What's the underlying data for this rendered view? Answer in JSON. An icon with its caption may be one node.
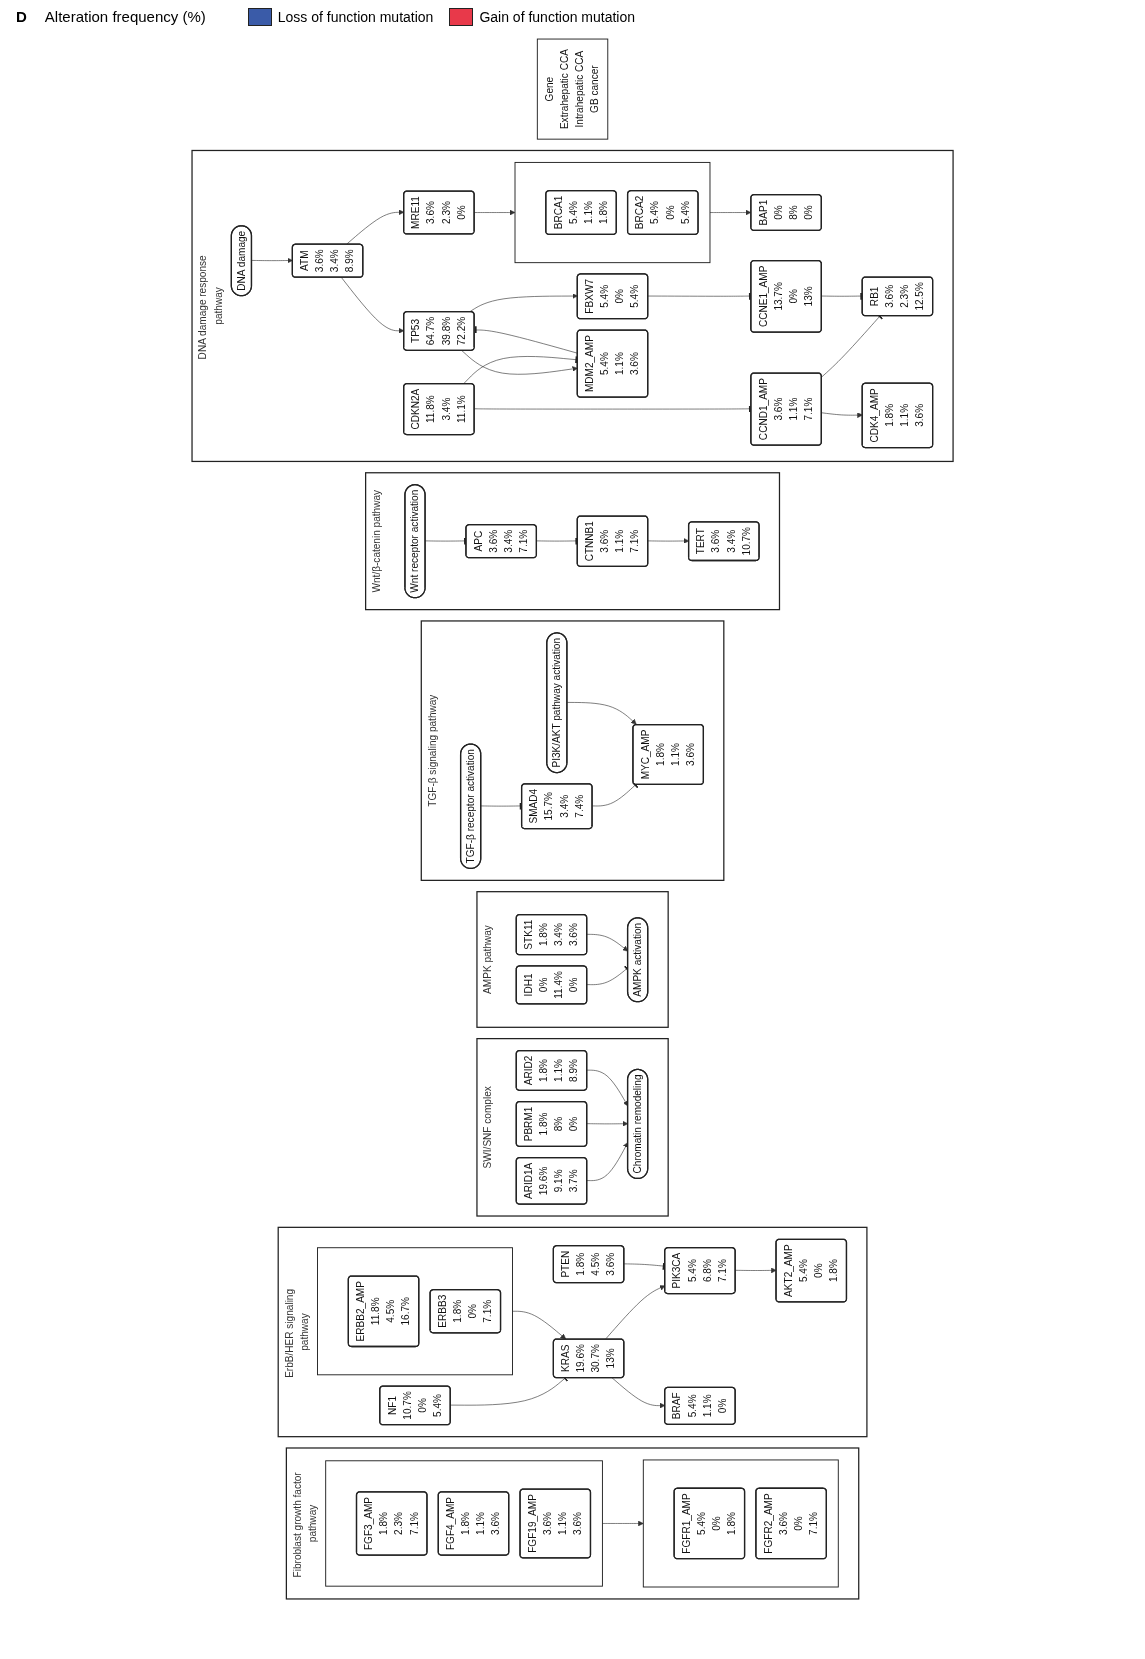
{
  "diagram": {
    "nodes": [
      {
        "text": [
          "DNA damage response pathway"
        ]
      },
      {
        "text": [
          "DNA damage"
        ],
        "in": 0
      },
      {
        "text": [
          "ATM",
          "3.6%",
          "3.4%",
          "8.9%"
        ],
        "in": 0
      },
      {
        "text": [
          "MRE11",
          "3.6%",
          "2.3%",
          "0%"
        ],
        "in": 0
      },
      {
        "text": [],
        "shape": "box",
        "in": 0
      },
      {
        "text": [
          "BRCA1",
          "5.4%",
          "1.1%",
          "1.8%"
        ],
        "in": 4
      },
      {
        "text": [
          "BRCA2",
          "5.4%",
          "0%",
          "5.4%"
        ],
        "in": 4
      },
      {
        "text": [
          "BAP1",
          "0%",
          "8%",
          "0%"
        ],
        "in": 0
      },
      {
        "text": [
          "TP53",
          "64.7%",
          "39.8%",
          "72.2%"
        ],
        "in": 0
      },
      {
        "text": [
          "MDM2_AMP",
          "5.4%",
          "1.1%",
          "3.6%"
        ],
        "in": 0
      },
      {
        "text": [
          "CDKN2A",
          "11.8%",
          "3.4%",
          "11.1%"
        ],
        "in": 0
      },
      {
        "text": [
          "CDK4_AMP",
          "1.8%",
          "1.1%",
          "3.6%"
        ],
        "in": 0
      },
      {
        "text": [
          "CCND1_AMP",
          "3.6%",
          "1.1%",
          "7.1%"
        ],
        "in": 0
      },
      {
        "text": [
          "FBXW7",
          "5.4%",
          "0%",
          "5.4%"
        ],
        "in": 0
      },
      {
        "text": [
          "CCNE1_AMP",
          "13.7%",
          "0%",
          "13%"
        ],
        "in": 0
      },
      {
        "text": [
          "RB1",
          "3.6%",
          "2.3%",
          "12.5%"
        ],
        "in": 0
      },
      {
        "text": [
          "Wnt/β-catenin pathway"
        ]
      },
      {
        "text": [
          "Wnt receptor activation"
        ],
        "in": 16
      },
      {
        "text": [
          "APC",
          "3.6%",
          "3.4%",
          "7.1%"
        ],
        "in": 16
      },
      {
        "text": [
          "TERT",
          "3.6%",
          "3.4%",
          "10.7%"
        ],
        "in": 16
      },
      {
        "text": [
          "CTNNB1",
          "3.6%",
          "1.1%",
          "7.1%"
        ],
        "in": 16
      },
      {
        "text": [
          "TGF-β signaling pathway"
        ]
      },
      {
        "text": [
          "TGF-β receptor activation"
        ],
        "in": 21
      },
      {
        "text": [
          "PI3K/AKT pathway activation"
        ],
        "in": 21
      },
      {
        "text": [
          "SMAD4",
          "15.7%",
          "3.4%",
          "7.4%"
        ],
        "in": 21
      },
      {
        "text": [
          "MYC_AMP",
          "1.8%",
          "1.1%",
          "3.6%"
        ],
        "in": 21
      },
      {
        "text": [
          "AMPK pathway"
        ]
      },
      {
        "text": [
          "IDH1",
          "0%",
          "11.4%",
          "0%"
        ],
        "in": 26
      },
      {
        "text": [
          "AMPK activation"
        ],
        "in": 26
      },
      {
        "text": [
          "STK11",
          "1.8%",
          "3.4%",
          "3.6%"
        ],
        "in": 26
      },
      {
        "text": [
          "SWI/SNF complex"
        ]
      },
      {
        "text": [
          "ARID1A",
          "19.6%",
          "9.1%",
          "3.7%"
        ],
        "in": 30
      },
      {
        "text": [
          "PBRM1",
          "1.8%",
          "8%",
          "0%"
        ],
        "in": 30
      },
      {
        "text": [
          "ARID2",
          "1.8%",
          "1.1%",
          "8.9%"
        ],
        "in": 30
      },
      {
        "text": [
          "Chromatin remodeling"
        ],
        "in": 30
      },
      {
        "text": [
          "ErbB/HER signaling pathway"
        ]
      },
      {
        "text": [],
        "shape": "box",
        "in": 35
      },
      {
        "text": [
          "ERBB2_AMP",
          "11.8%",
          "4.5%",
          "16.7%"
        ],
        "in": 36
      },
      {
        "text": [
          "ERBB3",
          "1.8%",
          "0%",
          "7.1%"
        ],
        "in": 36
      },
      {
        "text": [
          "NF1",
          "10.7%",
          "0%",
          "5.4%"
        ],
        "in": 35
      },
      {
        "text": [
          "KRAS",
          "19.6%",
          "30.7%",
          "13%"
        ],
        "in": 35
      },
      {
        "text": [
          "BRAF",
          "5.4%",
          "1.1%",
          "0%"
        ],
        "in": 35
      },
      {
        "text": [
          "PTEN",
          "1.8%",
          "4.5%",
          "3.6%"
        ],
        "in": 35
      },
      {
        "text": [
          "PIK3CA",
          "5.4%",
          "6.8%",
          "7.1%"
        ],
        "in": 35
      },
      {
        "text": [
          "AKT2_AMP",
          "5.4%",
          "0%",
          "1.8%"
        ],
        "in": 35
      },
      {
        "text": [
          "Fibroblast growth factor pathway"
        ]
      },
      {
        "text": [],
        "shape": "box",
        "in": 45
      },
      {
        "text": [
          "FGF3_AMP",
          "1.8%",
          "2.3%",
          "7.1%"
        ],
        "in": 46
      },
      {
        "text": [
          "FGF4_AMP",
          "1.8%",
          "1.1%",
          "3.6%"
        ],
        "in": 46
      },
      {
        "text": [
          "FGF19_AMP",
          "3.6%",
          "1.1%",
          "3.6%"
        ],
        "in": 46
      },
      {
        "text": [],
        "shape": "box",
        "in": 45
      },
      {
        "text": [
          "FGFR1_AMP",
          "5.4%",
          "0%",
          "1.8%"
        ],
        "in": 50
      },
      {
        "text": [
          "FGFR2_AMP",
          "3.6%",
          "0%",
          "7.1%"
        ],
        "in": 50
      },
      {
        "text": [
          "Gene",
          "Extrahepatic CCA",
          "Intrahepatic CCA",
          "GB cancer"
        ]
      }
    ],
    "edges": [
      {
        "from": 1,
        "to": 2,
        "arrow": "to"
      },
      {
        "from": 2,
        "to": 3,
        "arrow": "to"
      },
      {
        "from": 2,
        "to": 8,
        "arrow": "to"
      },
      {
        "from": 3,
        "to": 4,
        "arrow": "to"
      },
      {
        "from": 4,
        "to": 7,
        "arrow": "to"
      },
      {
        "from": 8,
        "to": 9,
        "arrow": "to"
      },
      {
        "from": 9,
        "to": 8,
        "arrow": "other"
      },
      {
        "from": 10,
        "to": 9,
        "arrow": "other"
      },
      {
        "from": 10,
        "to": 12,
        "arrow": "other"
      },
      {
        "from": 12,
        "to": 11,
        "arrow": "to"
      },
      {
        "from": 12,
        "to": 15,
        "arrow": "other"
      },
      {
        "from": 8,
        "to": 13,
        "arrow": "to"
      },
      {
        "from": 13,
        "to": 14,
        "arrow": "other"
      },
      {
        "from": 14,
        "to": 15,
        "arrow": "other"
      },
      {
        "from": 17,
        "to": 18,
        "arrow": "other"
      },
      {
        "from": 18,
        "to": 20,
        "arrow": "other"
      },
      {
        "from": 20,
        "to": 19,
        "arrow": "to"
      },
      {
        "from": 22,
        "to": 24,
        "arrow": "other"
      },
      {
        "from": 24,
        "to": 25,
        "arrow": "other"
      },
      {
        "from": 23,
        "to": 25,
        "arrow": "to"
      },
      {
        "from": 27,
        "to": 28,
        "arrow": "other"
      },
      {
        "from": 29,
        "to": 28,
        "arrow": "to"
      },
      {
        "from": 31,
        "to": 34,
        "arrow": "to"
      },
      {
        "from": 32,
        "to": 34,
        "arrow": "to"
      },
      {
        "from": 33,
        "to": 34,
        "arrow": "to"
      },
      {
        "from": 36,
        "to": 40,
        "arrow": "to"
      },
      {
        "from": 39,
        "to": 40,
        "arrow": "other"
      },
      {
        "from": 40,
        "to": 41,
        "arrow": "to"
      },
      {
        "from": 40,
        "to": 43,
        "arrow": "to"
      },
      {
        "from": 42,
        "to": 43,
        "arrow": "other"
      },
      {
        "from": 43,
        "to": 44,
        "arrow": "to"
      },
      {
        "from": 46,
        "to": 50,
        "arrow": "to"
      }
    ],
    "labels": [
      "D",
      "Alteration frequency (%)"
    ],
    "legend": [
      {
        "text": "Loss of function mutation",
        "color": "#3a5ba8"
      },
      {
        "text": "Gain of function mutation",
        "color": "#e8394a"
      }
    ]
  }
}
